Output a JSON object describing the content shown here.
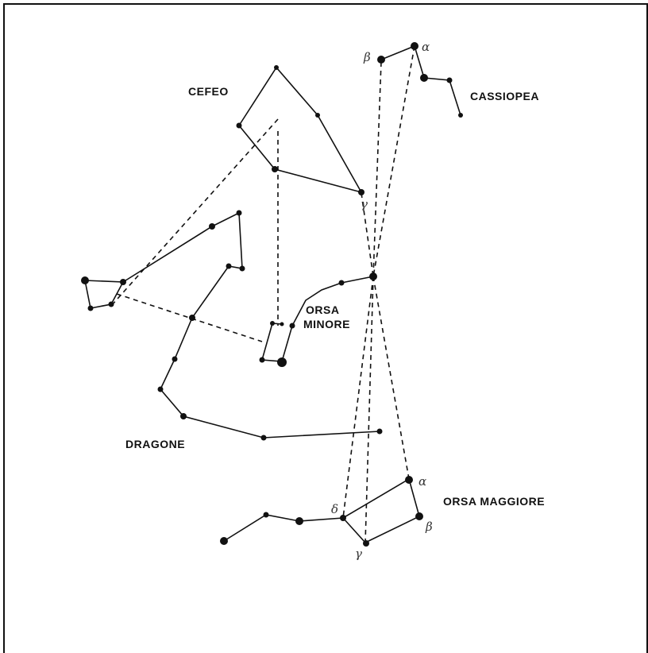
{
  "constellations": {
    "cefeo": "CEFEO",
    "cassiopea": "CASSIOPEA",
    "orsa_minore": [
      "ORSA",
      "MINORE"
    ],
    "dragone": "DRAGONE",
    "orsa_maggiore": "ORSA MAGGIORE"
  },
  "greek_labels": {
    "cassiopea_beta": "β",
    "cassiopea_alpha": "α",
    "cefeo_gamma": "γ",
    "um_alpha": "α",
    "um_beta": "β",
    "um_gamma": "γ",
    "um_delta": "δ"
  },
  "colors": {
    "ink": "#111111",
    "background": "#ffffff"
  }
}
